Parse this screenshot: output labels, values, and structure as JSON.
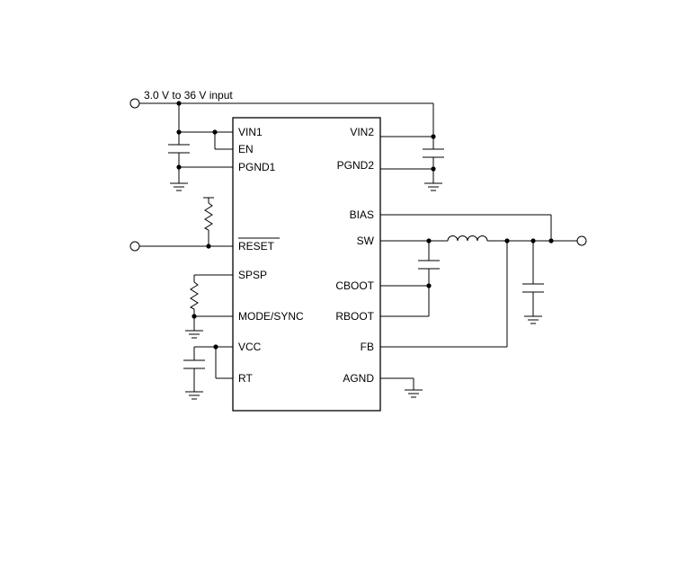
{
  "diagram": {
    "input_label": "3.0 V to 36 V input",
    "left_pins": [
      "VIN1",
      "EN",
      "PGND1",
      "RESET",
      "SPSP",
      "MODE/SYNC",
      "VCC",
      "RT"
    ],
    "right_pins": [
      "VIN2",
      "PGND2",
      "BIAS",
      "SW",
      "CBOOT",
      "RBOOT",
      "FB",
      "AGND"
    ]
  }
}
